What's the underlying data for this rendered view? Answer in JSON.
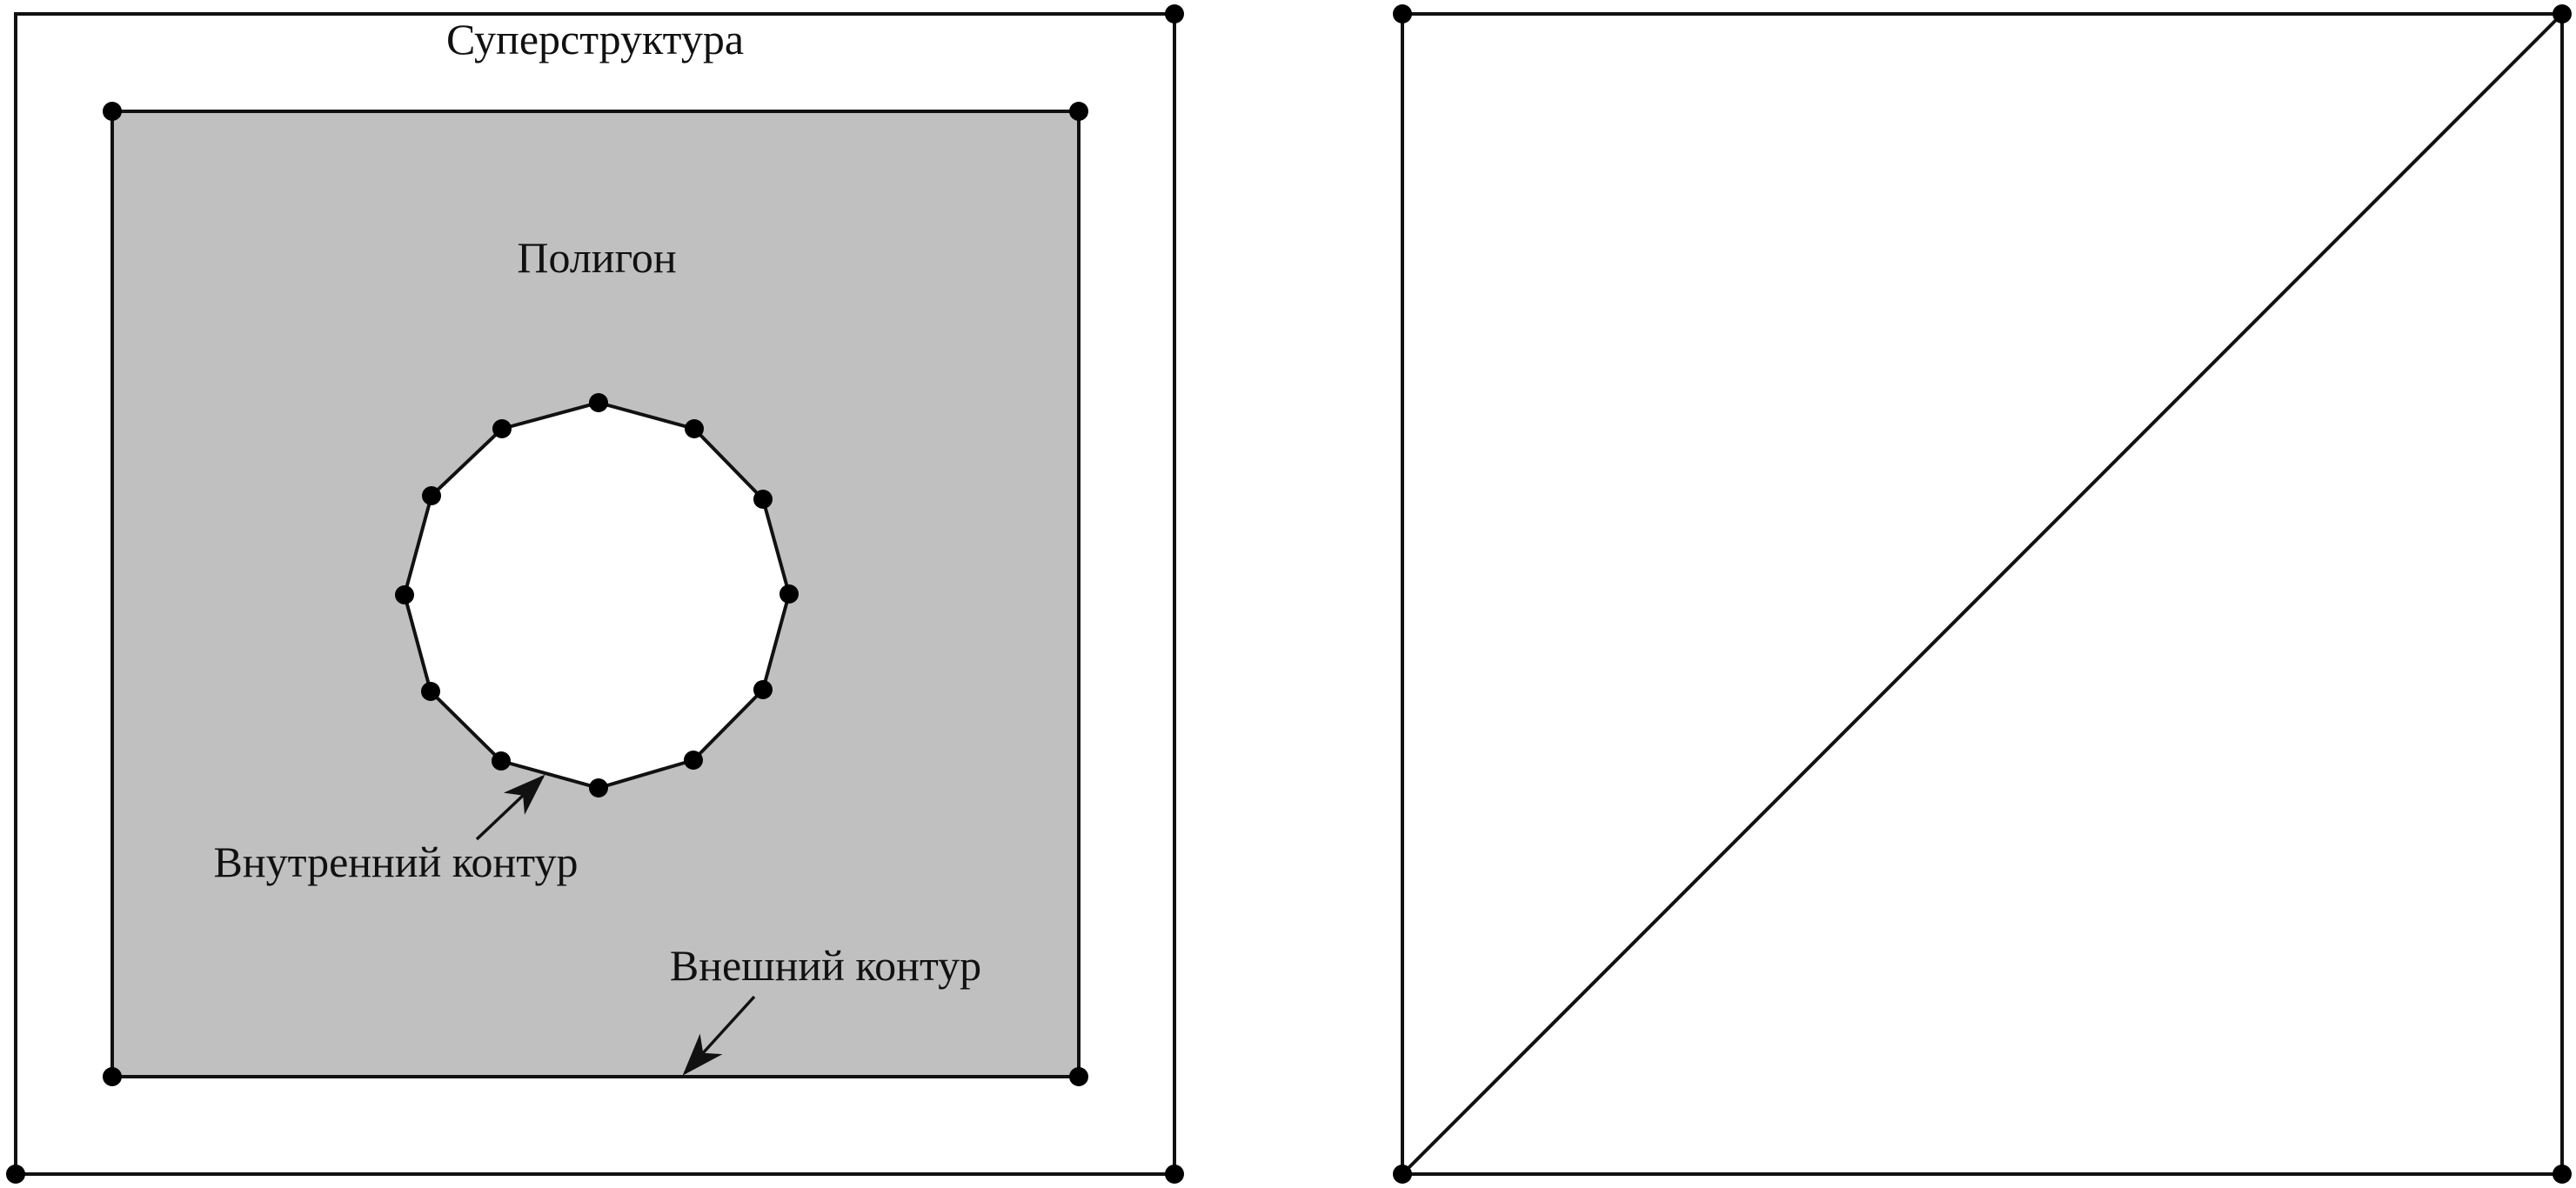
{
  "left_panel": {
    "superstructure_label": "Суперструктура",
    "polygon_label": "Полигон",
    "inner_contour_label": "Внутренний контур",
    "outer_contour_label": "Внешний контур"
  },
  "colors": {
    "polygon_fill": "#c0c0c0",
    "line": "#111111",
    "vertex": "#000000",
    "background": "#ffffff"
  }
}
